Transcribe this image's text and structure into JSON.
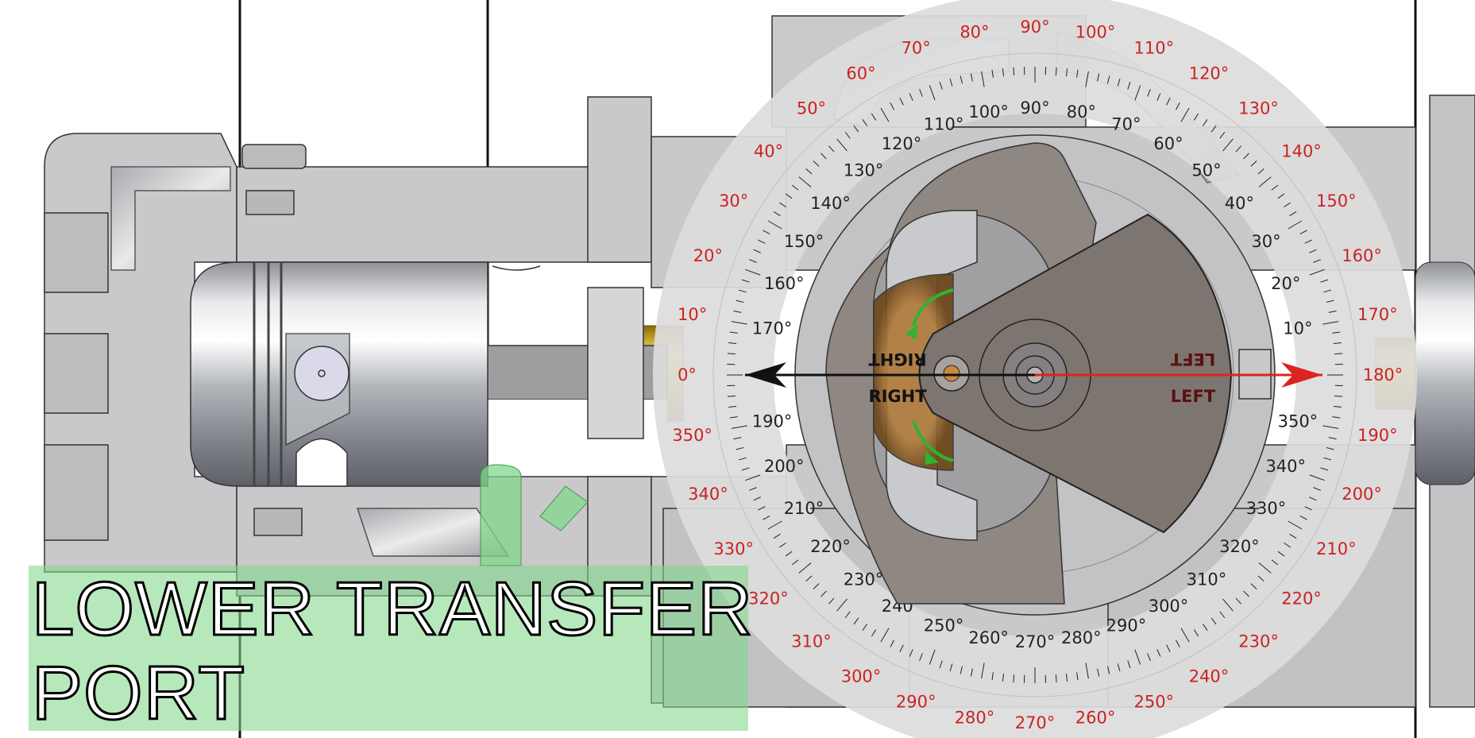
{
  "caption": {
    "line1": "LOWER TRANSFER",
    "line2": "PORT"
  },
  "arrow_labels": {
    "right_mirror": "RIGHT",
    "right": "RIGHT",
    "left_mirror": "LEFT",
    "left": "LEFT"
  },
  "dial": {
    "degree_symbol": "°",
    "outer_scale": {
      "color": "#cc2222",
      "labels": [
        0,
        10,
        20,
        30,
        40,
        50,
        60,
        70,
        80,
        90,
        100,
        110,
        120,
        130,
        140,
        150,
        160,
        170,
        180,
        190,
        200,
        210,
        220,
        230,
        240,
        250,
        260,
        270,
        280,
        290,
        300,
        310,
        320,
        330,
        340,
        350
      ]
    },
    "inner_scale": {
      "color": "#222222",
      "labels": [
        10,
        20,
        30,
        40,
        50,
        60,
        70,
        80,
        90,
        100,
        110,
        120,
        130,
        140,
        150,
        160,
        170,
        190,
        200,
        210,
        220,
        230,
        240,
        250,
        260,
        270,
        280,
        290,
        300,
        310,
        320,
        330,
        340,
        350
      ]
    }
  },
  "colors": {
    "housing": "#c9c9cb",
    "dial_ring": "#d9d9d9",
    "rotor": "#7d7570",
    "shaft_gold": "#e8b400",
    "caption_bg": "#82d78c",
    "arrow_black": "#111111",
    "arrow_red": "#dd2222",
    "flow_green": "#2db52d"
  }
}
